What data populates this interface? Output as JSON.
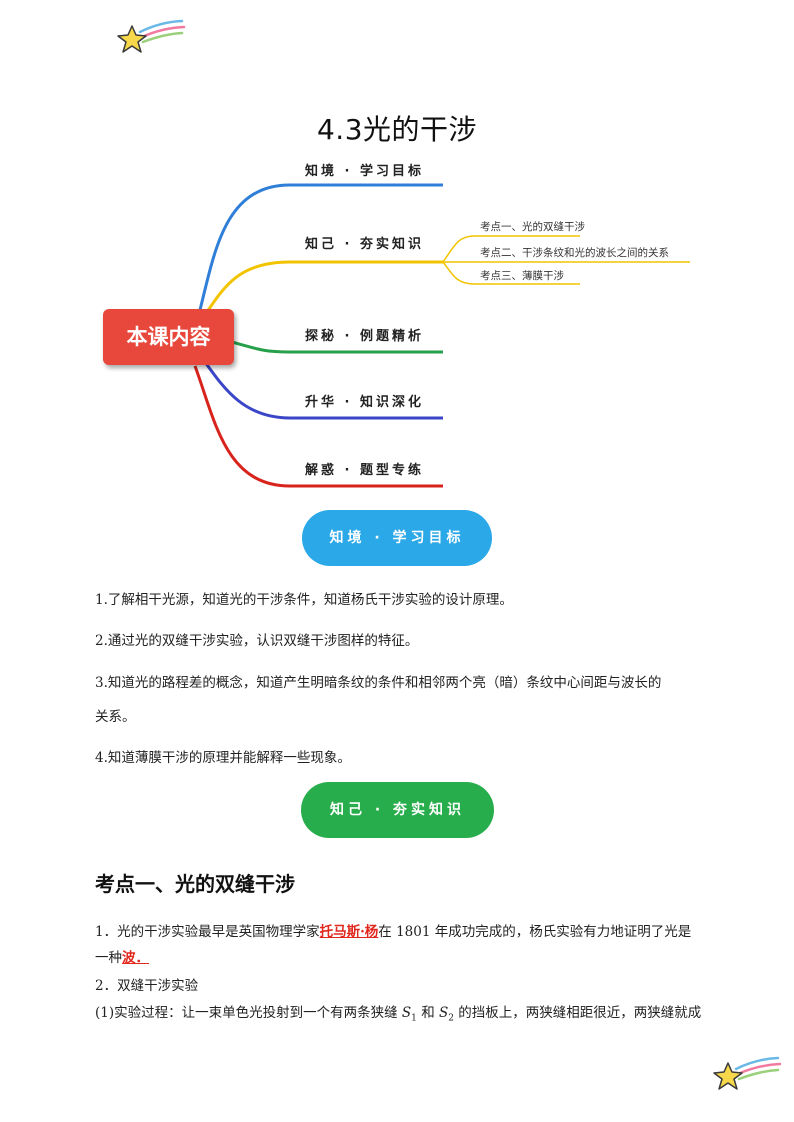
{
  "title": "4.3光的干涉",
  "mindmap": {
    "center": "本课内容",
    "branches": [
      {
        "label": "知境 · 学习目标",
        "color": "#2f7fd8"
      },
      {
        "label": "知己 · 夯实知识",
        "color": "#f2c400"
      },
      {
        "label": "探秘 · 例题精析",
        "color": "#26a04a"
      },
      {
        "label": "升华 · 知识深化",
        "color": "#3b45c8"
      },
      {
        "label": "解惑 · 题型专练",
        "color": "#d8241c"
      }
    ],
    "sub_branches": [
      "考点一、光的双缝干涉",
      "考点二、干涉条纹和光的波长之间的关系",
      "考点三、薄膜干涉"
    ]
  },
  "section1": {
    "pill": "知境 · 学习目标",
    "items": [
      "1.了解相干光源，知道光的干涉条件，知道杨氏干涉实验的设计原理。",
      "2.通过光的双缝干涉实验，认识双缝干涉图样的特征。",
      "3.知道光的路程差的概念，知道产生明暗条纹的条件和相邻两个亮（暗）条纹中心间距与波长的",
      "关系。",
      "4.知道薄膜干涉的原理并能解释一些现象。"
    ]
  },
  "section2": {
    "pill": "知己 · 夯实知识",
    "heading": "考点一、光的双缝干涉",
    "p1_a": "1．光的干涉实验最早是英国物理学家",
    "p1_em": "托马斯·杨",
    "p1_b": "在 1801 年成功完成的，杨氏实验有力地证明了光是",
    "p1_c": "一种",
    "p1_em2": "波．",
    "p2": "2．双缝干涉实验",
    "p3_a": "(1)实验过程：让一束单色光投射到一个有两条狭缝 ",
    "p3_s1": "S",
    "p3_sub1": "1",
    "p3_mid": " 和 ",
    "p3_s2": "S",
    "p3_sub2": "2",
    "p3_b": " 的挡板上，两狭缝相距很近，两狭缝就成"
  },
  "decor": {
    "star_color": "#f6d84a",
    "streak_colors": [
      "#6ab8e8",
      "#f07aa0",
      "#9ad07a"
    ]
  }
}
